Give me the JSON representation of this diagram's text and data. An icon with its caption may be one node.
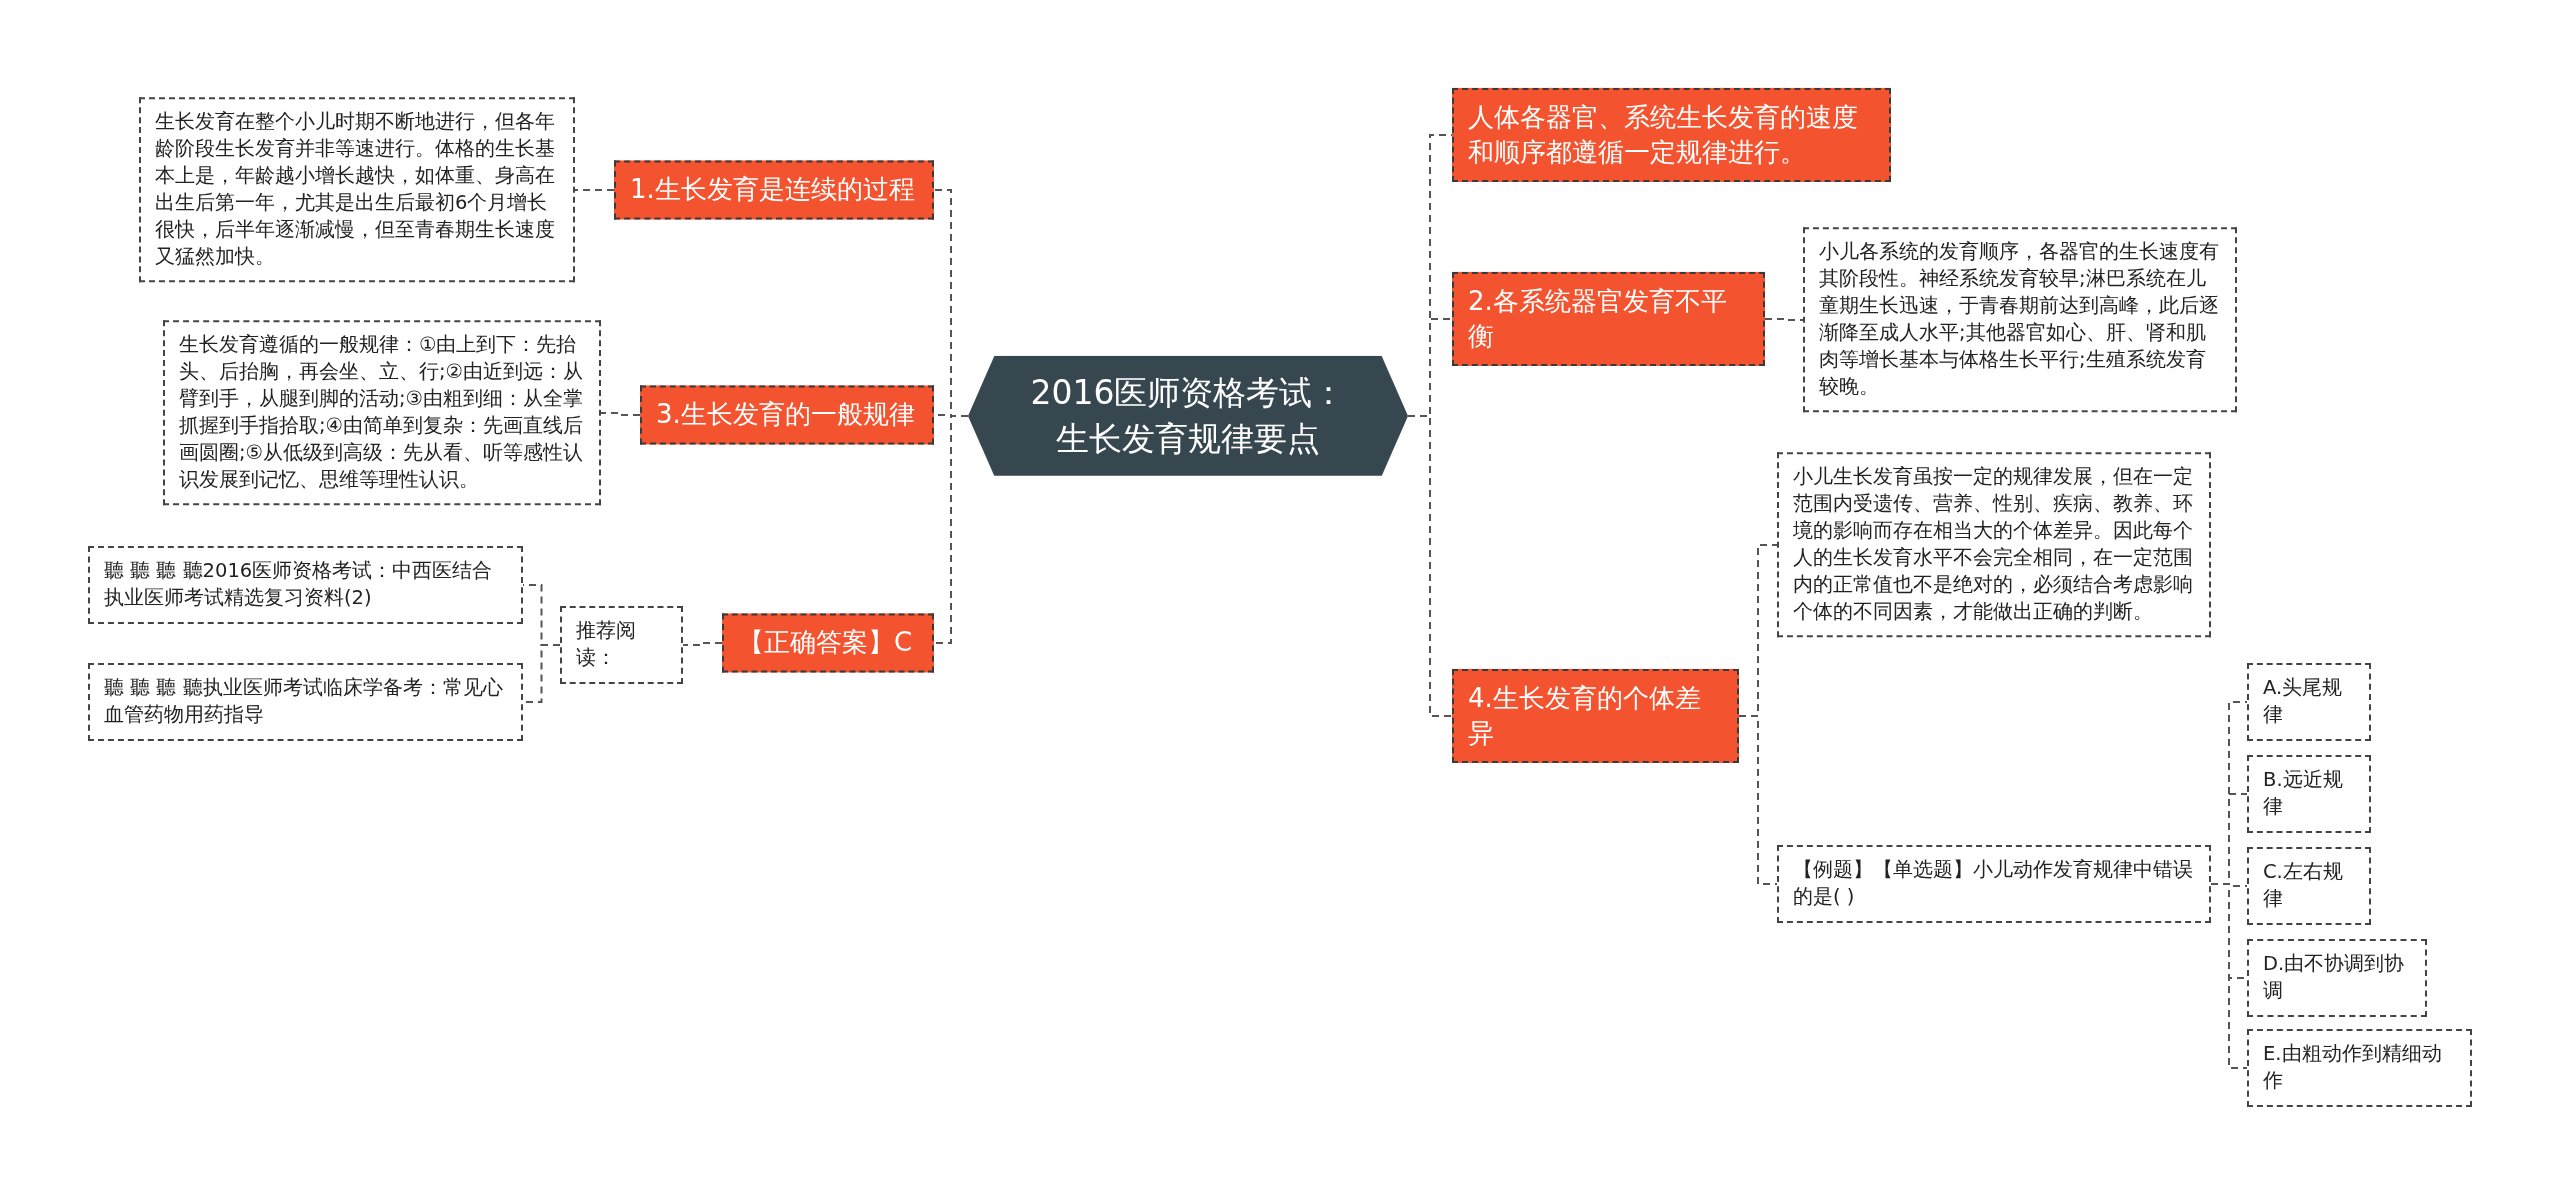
{
  "diagram": {
    "nodes": [
      {
        "text": [
          "2016医师资格考试：生长发育规律要点"
        ]
      },
      {
        "text": [
          "1.生长发育是连续的过程"
        ]
      },
      {
        "text": [
          "生长发育在整个小儿时期不断地进行，但各年龄阶段生长发育并非等速进行。体格的生长基本上是，年龄越小增长越快，如体重、身高在出生后第一年，尤其是出生后最初6个月增长很快，后半年逐渐减慢，但至青春期生长速度又猛然加快。"
        ]
      },
      {
        "text": [
          "3.生长发育的一般规律"
        ]
      },
      {
        "text": [
          "生长发育遵循的一般规律：①由上到下：先抬头、后抬胸，再会坐、立、行;②由近到远：从臂到手，从腿到脚的活动;③由粗到细：从全掌抓握到手指拾取;④由简单到复杂：先画直线后画圆圈;⑤从低级到高级：先从看、听等感性认识发展到记忆、思维等理性认识。"
        ]
      },
      {
        "text": [
          "【正确答案】C"
        ]
      },
      {
        "text": [
          "推荐阅读："
        ]
      },
      {
        "text": [
          "聽 聽 聽 聽2016医师资格考试：中西医结合执业医师考试精选复习资料(2)"
        ]
      },
      {
        "text": [
          "聽 聽 聽 聽执业医师考试临床学备考：常见心血管药物用药指导"
        ]
      },
      {
        "text": [
          "人体各器官、系统生长发育的速度和顺序都遵循一定规律进行。"
        ]
      },
      {
        "text": [
          "2.各系统器官发育不平衡"
        ]
      },
      {
        "text": [
          "小儿各系统的发育顺序，各器官的生长速度有其阶段性。神经系统发育较早;淋巴系统在儿童期生长迅速，于青春期前达到高峰，此后逐渐降至成人水平;其他器官如心、肝、肾和肌肉等增长基本与体格生长平行;生殖系统发育较晚。"
        ]
      },
      {
        "text": [
          "4.生长发育的个体差异"
        ]
      },
      {
        "text": [
          "小儿生长发育虽按一定的规律发展，但在一定范围内受遗传、营养、性别、疾病、教养、环境的影响而存在相当大的个体差异。因此每个人的生长发育水平不会完全相同，在一定范围内的正常值也不是绝对的，必须结合考虑影响个体的不同因素，才能做出正确的判断。"
        ]
      },
      {
        "text": [
          "【例题】【单选题】小儿动作发育规律中错误的是( )"
        ]
      },
      {
        "text": [
          "A.头尾规律"
        ]
      },
      {
        "text": [
          "B.远近规律"
        ]
      },
      {
        "text": [
          "C.左右规律"
        ]
      },
      {
        "text": [
          "D.由不协调到协调"
        ]
      },
      {
        "text": [
          "E.由粗动作到精细动作"
        ]
      }
    ],
    "edges": [
      {
        "from": 0,
        "to": 1,
        "arrow": "none"
      },
      {
        "from": 1,
        "to": 2,
        "arrow": "none"
      },
      {
        "from": 0,
        "to": 3,
        "arrow": "none"
      },
      {
        "from": 3,
        "to": 4,
        "arrow": "none"
      },
      {
        "from": 0,
        "to": 5,
        "arrow": "none"
      },
      {
        "from": 5,
        "to": 6,
        "arrow": "none"
      },
      {
        "from": 6,
        "to": 7,
        "arrow": "none"
      },
      {
        "from": 6,
        "to": 8,
        "arrow": "none"
      },
      {
        "from": 0,
        "to": 9,
        "arrow": "none"
      },
      {
        "from": 0,
        "to": 10,
        "arrow": "none"
      },
      {
        "from": 10,
        "to": 11,
        "arrow": "none"
      },
      {
        "from": 0,
        "to": 12,
        "arrow": "none"
      },
      {
        "from": 12,
        "to": 13,
        "arrow": "none"
      },
      {
        "from": 12,
        "to": 14,
        "arrow": "none"
      },
      {
        "from": 14,
        "to": 15,
        "arrow": "none"
      },
      {
        "from": 14,
        "to": 16,
        "arrow": "none"
      },
      {
        "from": 14,
        "to": 17,
        "arrow": "none"
      },
      {
        "from": 14,
        "to": 18,
        "arrow": "none"
      },
      {
        "from": 14,
        "to": 19,
        "arrow": "none"
      }
    ]
  }
}
